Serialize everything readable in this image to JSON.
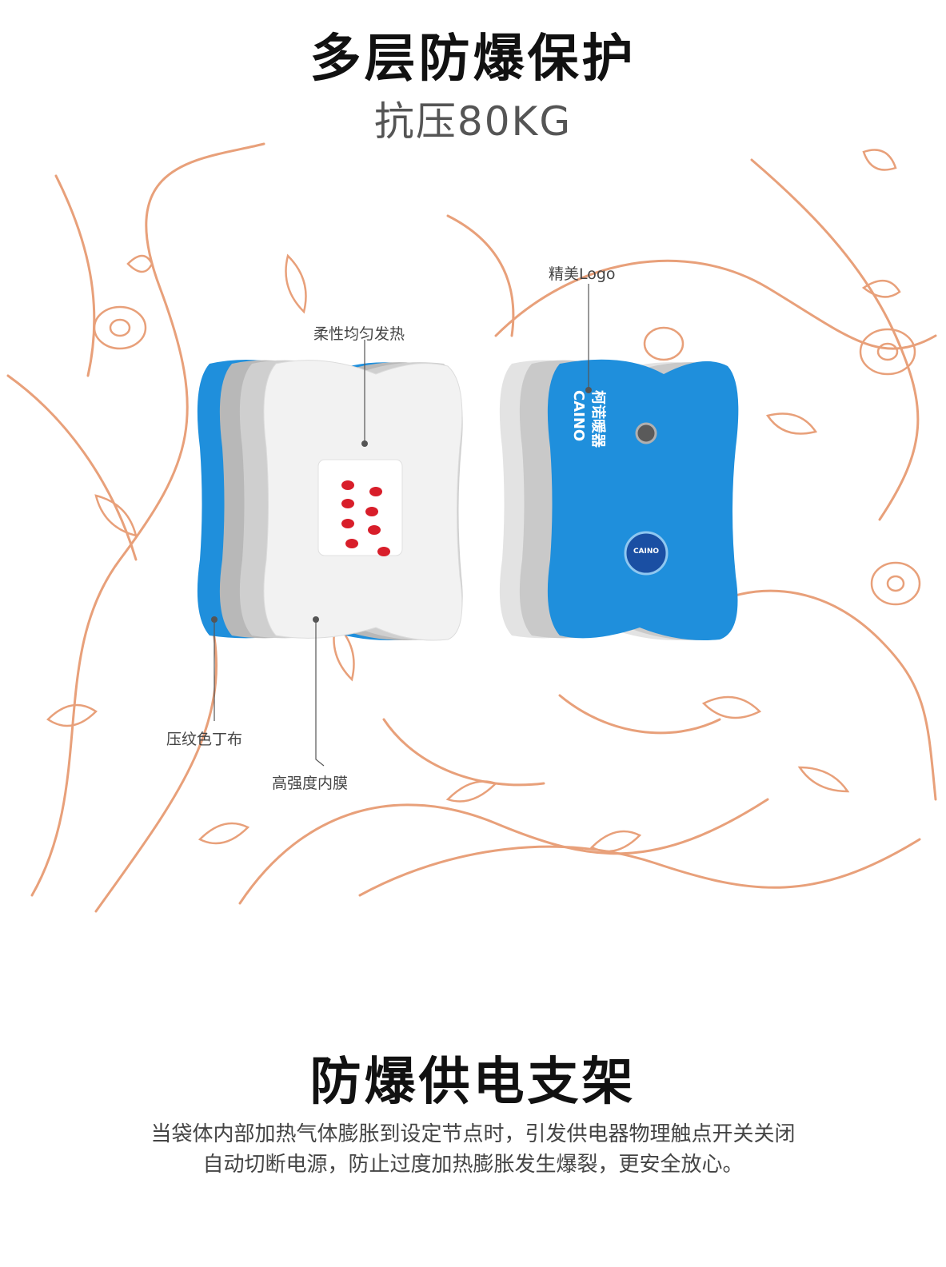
{
  "header": {
    "title": "多层防爆保护",
    "subtitle": "抗压80KG"
  },
  "product": {
    "callouts": {
      "heating": "柔性均匀发热",
      "logo": "精美Logo",
      "fabric": "压纹色丁布",
      "membrane": "高强度内膜"
    },
    "brand_latin": "CAINO",
    "brand_cn": "柯诺暖器"
  },
  "section2": {
    "title": "防爆供电支架",
    "line1": "当袋体内部加热气体膨胀到设定节点时，引发供电器物理触点开关关闭",
    "line2": "自动切断电源，防止过度加热膨胀发生爆裂，更安全放心。"
  },
  "colors": {
    "vine": "#e8a07a",
    "bag_blue": "#1f8fdc",
    "bag_white": "#f2f2f2",
    "bag_gray": "#c9c9c9",
    "dot_red": "#d81e2a"
  }
}
